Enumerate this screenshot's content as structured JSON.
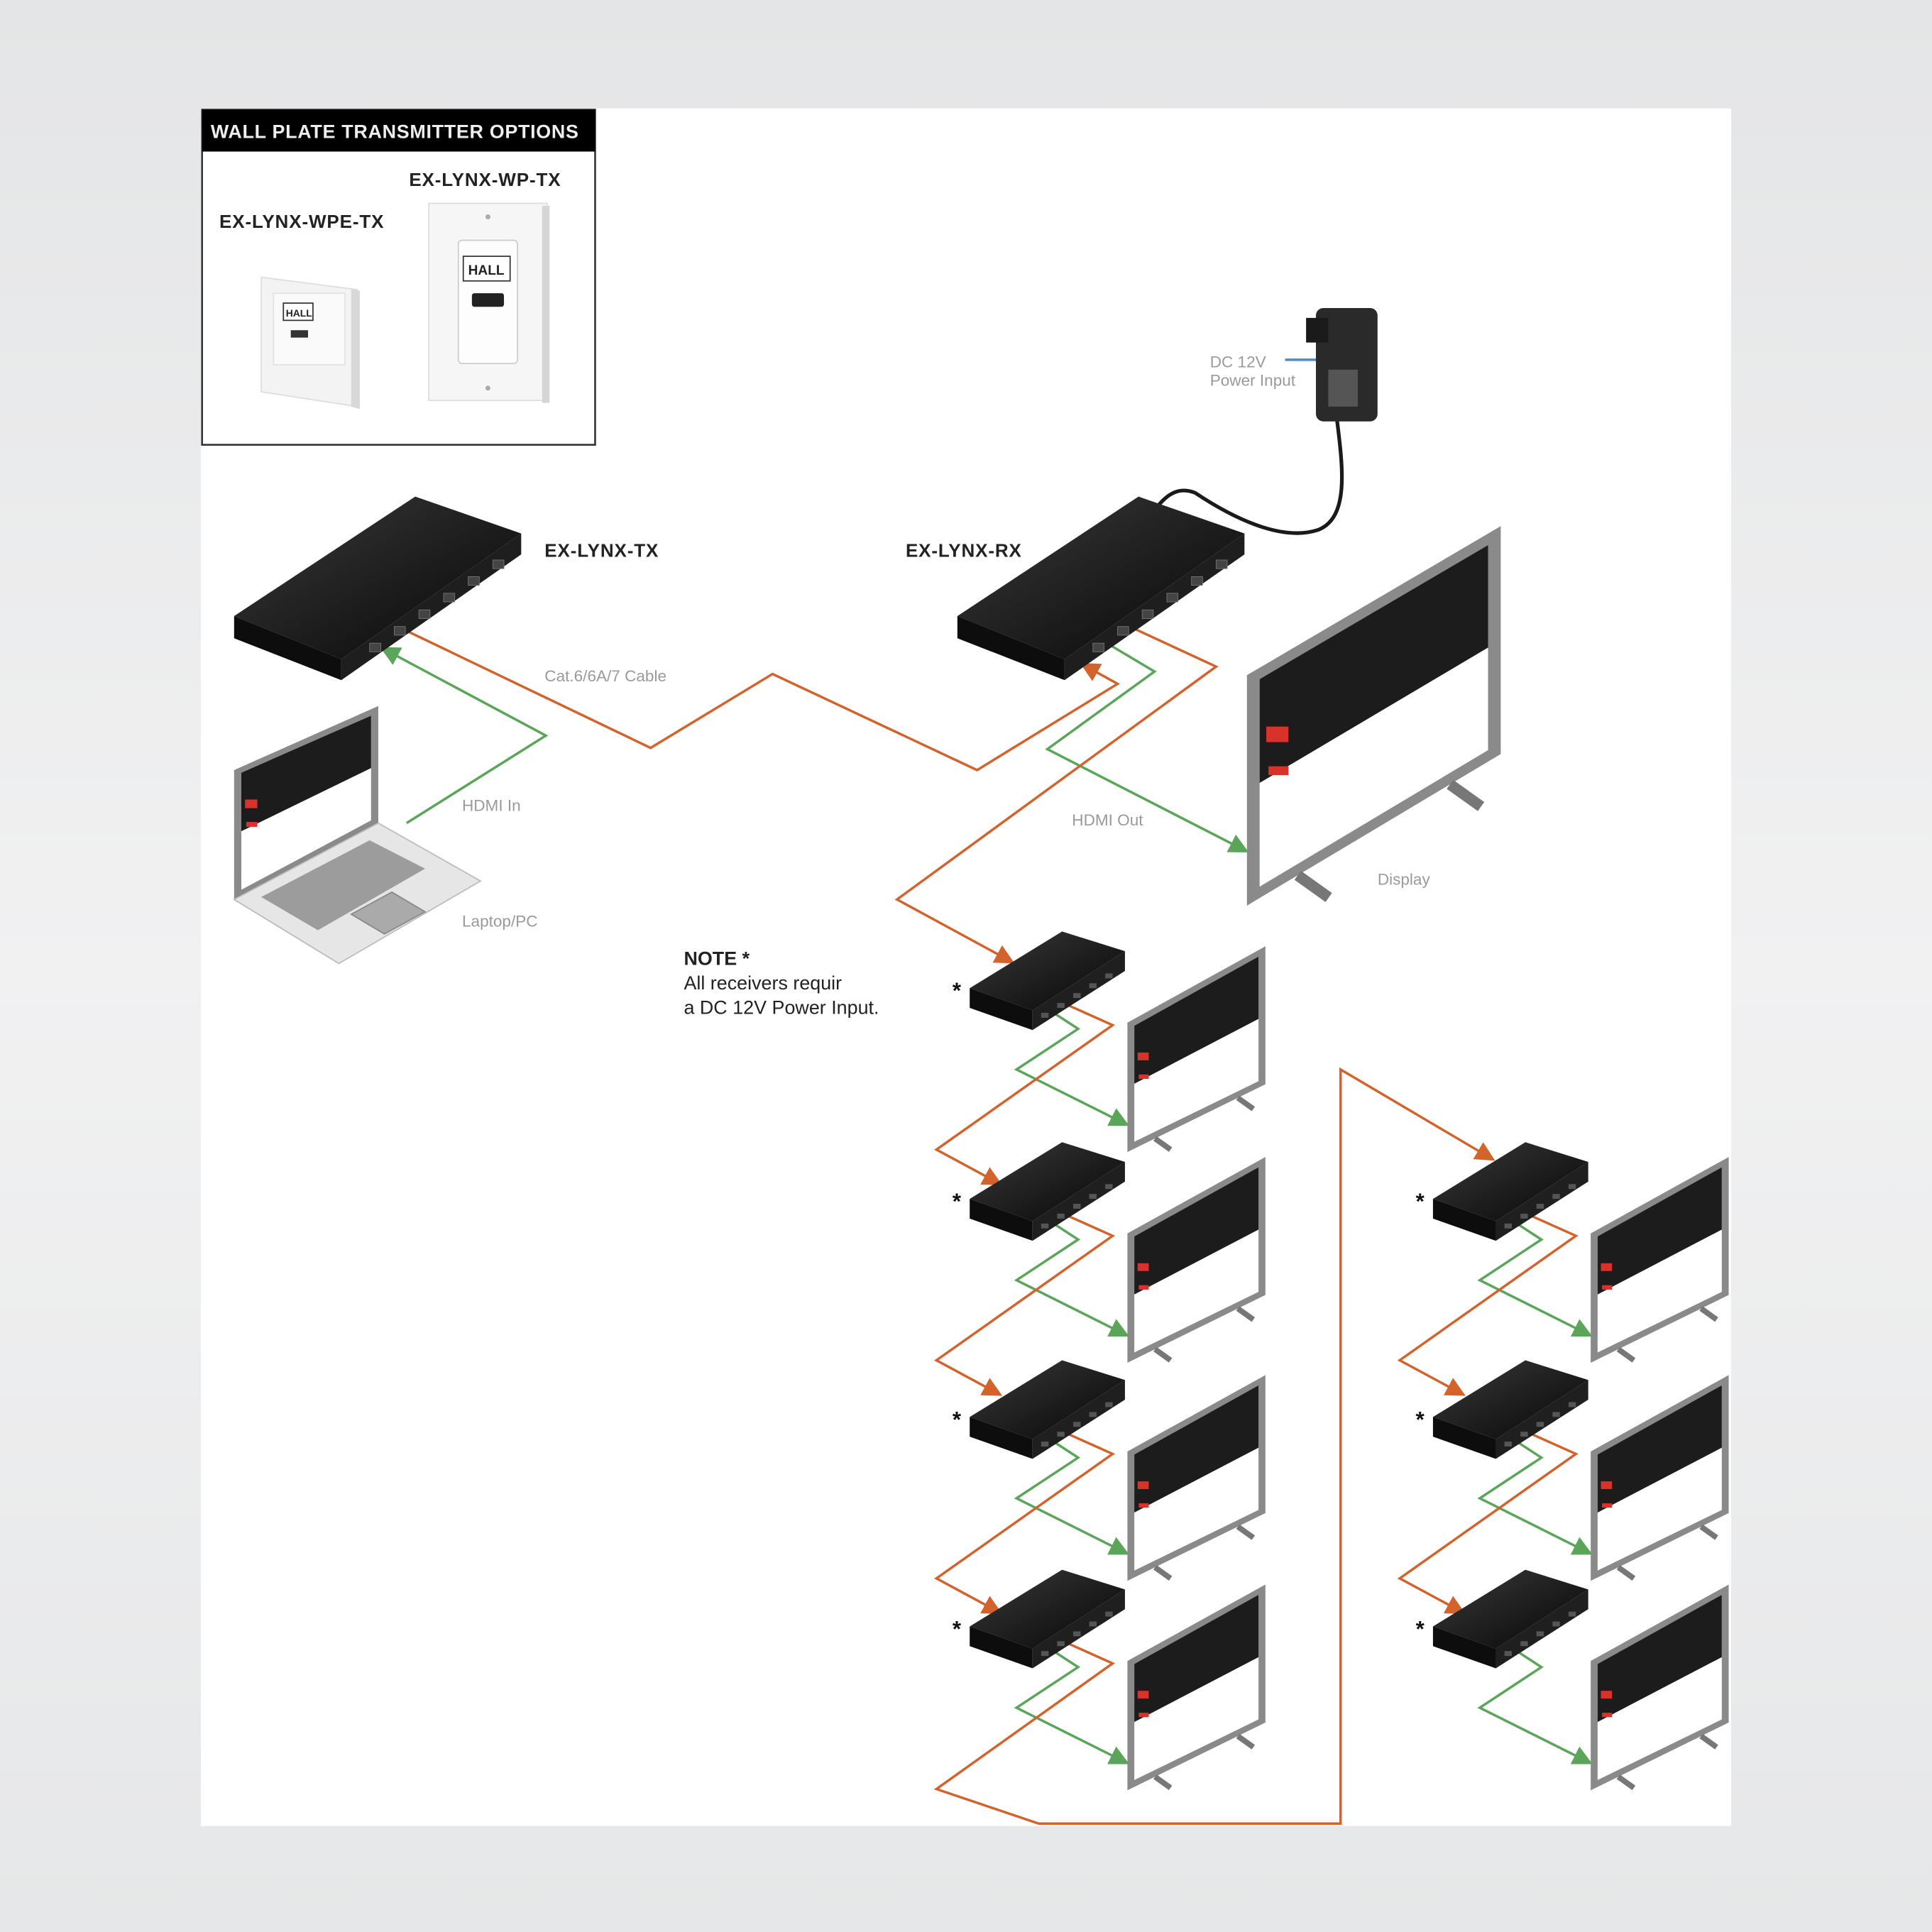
{
  "inset": {
    "title": "WALL PLATE TRANSMITTER OPTIONS",
    "wp_tx_label": "EX-LYNX-WP-TX",
    "wpe_tx_label": "EX-LYNX-WPE-TX",
    "logo_text": "HALL"
  },
  "devices": {
    "tx_label": "EX-LYNX-TX",
    "rx_label": "EX-LYNX-RX",
    "laptop_label": "Laptop/PC",
    "display_label": "Display"
  },
  "captions": {
    "cable": "Cat.6/6A/7 Cable",
    "hdmi_in": "HDMI In",
    "hdmi_out": "HDMI Out",
    "power_line1": "DC 12V",
    "power_line2": "Power Input"
  },
  "note": {
    "title": "NOTE *",
    "line1": "All receivers requir",
    "line2": "a DC 12V Power Input."
  },
  "receiver_marker": "*",
  "colors": {
    "cat_cable": "#d2632d",
    "hdmi_cable": "#5aa55a",
    "power_indicator": "#4a8ccc",
    "device_body": "#141414",
    "screen_accent": "#d8322a"
  }
}
